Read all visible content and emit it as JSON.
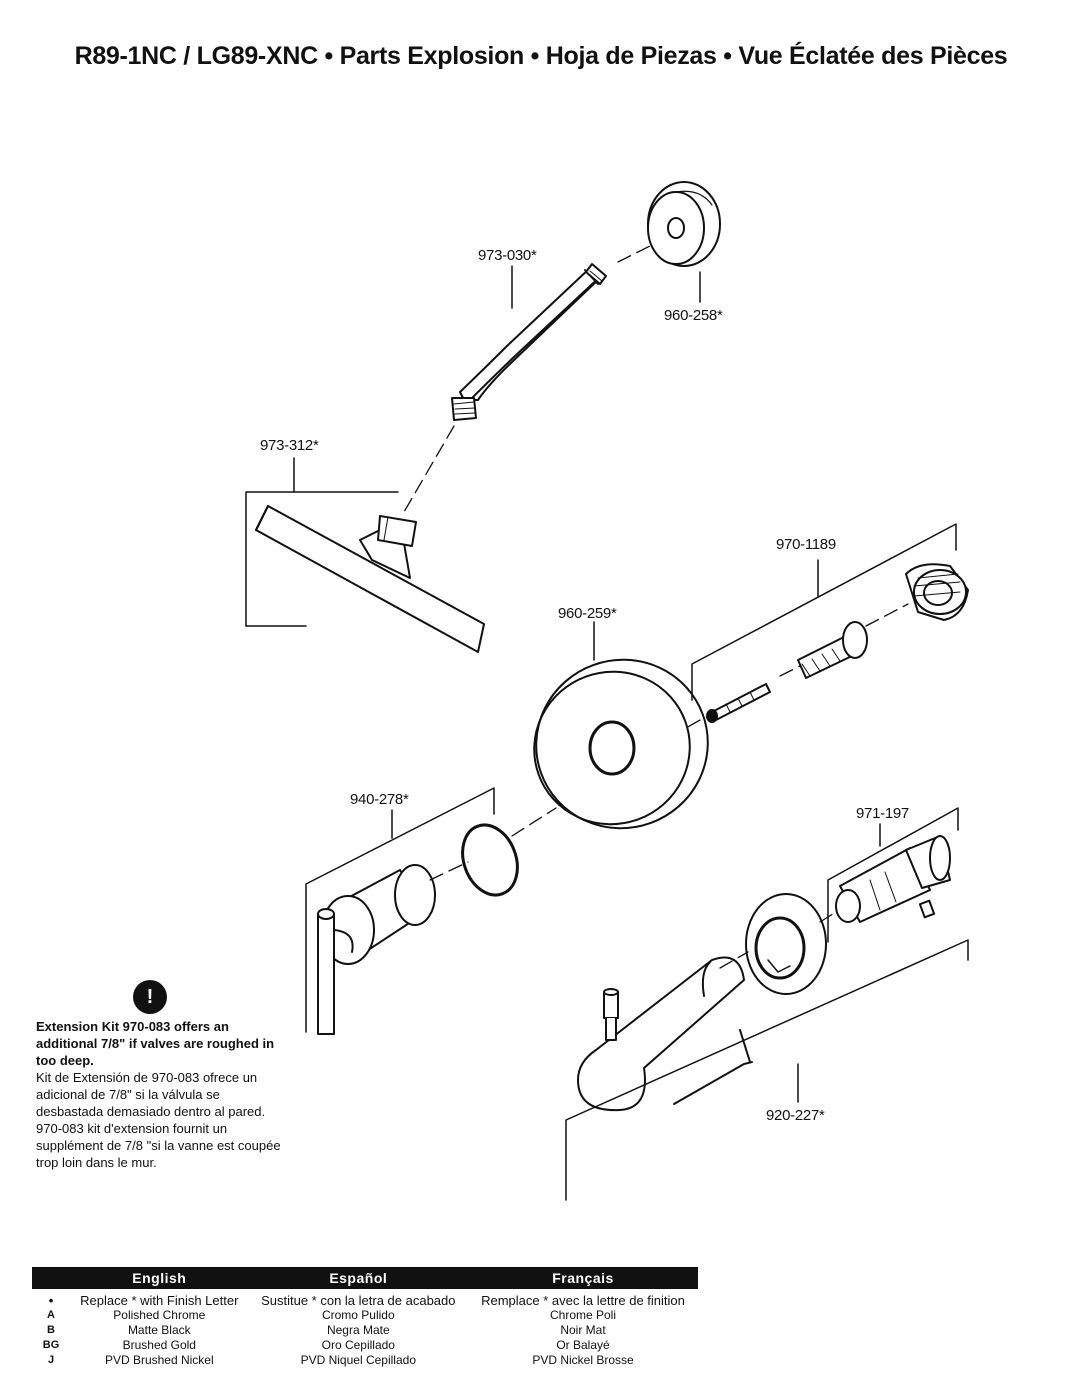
{
  "title": "R89-1NC / LG89-XNC  •  Parts Explosion  •  Hoja de Piezas  •  Vue Éclatée des Pièces",
  "parts": {
    "shower_arm": "973-030*",
    "shower_flange": "960-258*",
    "shower_head": "973-312*",
    "screw_kit": "970-1189",
    "escutcheon": "960-259*",
    "handle": "940-278*",
    "cartridge": "971-197",
    "tub_spout": "920-227*"
  },
  "warning": {
    "icon": "exclamation-icon",
    "symbol": "!",
    "english": "Extension Kit 970-083 offers an additional 7/8\" if valves are roughed in too deep.",
    "spanish": "Kit de Extensión de 970-083 ofrece un adicional de 7/8\" si la válvula se desbastada demasiado dentro al pared.",
    "french": "970-083 kit d'extension fournit un supplément de 7/8 \"si la vanne est coupée trop loin dans le mur."
  },
  "finish_table": {
    "headers": [
      "English",
      "Español",
      "Français"
    ],
    "rows": [
      {
        "code": "•",
        "english": "Replace * with Finish Letter",
        "spanish": "Sustitue * con la letra de acabado",
        "french": "Remplace * avec la lettre de finition"
      },
      {
        "code": "A",
        "english": "Polished Chrome",
        "spanish": "Cromo Pulido",
        "french": "Chrome Poli"
      },
      {
        "code": "B",
        "english": "Matte Black",
        "spanish": "Negra Mate",
        "french": "Noir Mat"
      },
      {
        "code": "BG",
        "english": "Brushed Gold",
        "spanish": "Oro Cepillado",
        "french": "Or Balayé"
      },
      {
        "code": "J",
        "english": "PVD Brushed Nickel",
        "spanish": "PVD Niquel Cepillado",
        "french": "PVD Nickel Brosse"
      }
    ]
  }
}
